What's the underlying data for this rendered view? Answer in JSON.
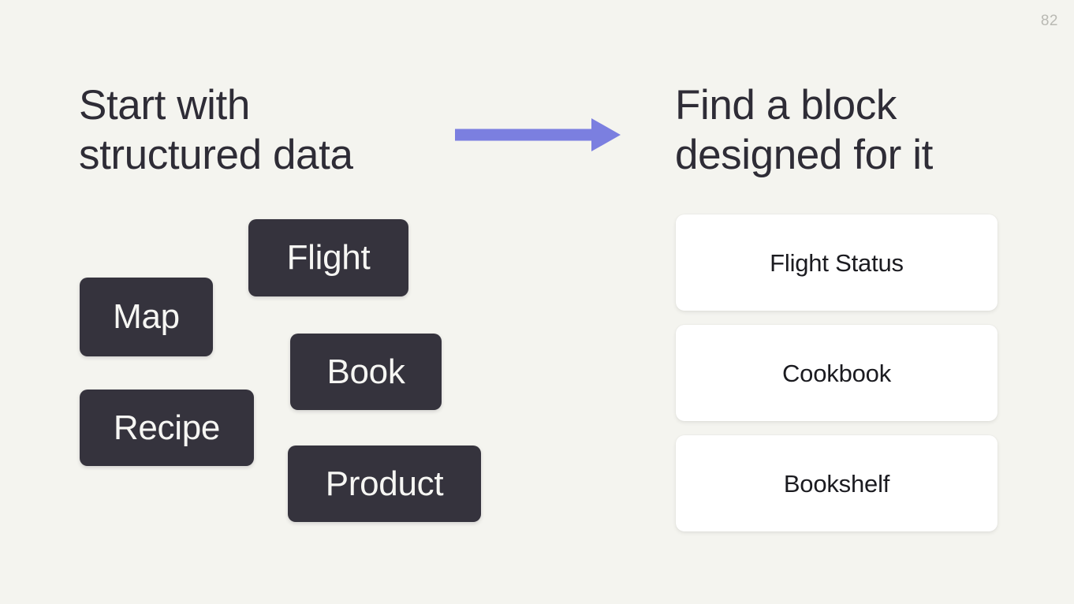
{
  "slide": {
    "page_number": "82",
    "background_color": "#f4f4ef"
  },
  "left_panel": {
    "heading": "Start with\nstructured data",
    "heading_color": "#2e2c36",
    "chips": [
      {
        "label": "Map",
        "color": "#35333d"
      },
      {
        "label": "Flight",
        "color": "#35333d"
      },
      {
        "label": "Recipe",
        "color": "#35333d"
      },
      {
        "label": "Book",
        "color": "#35333d"
      },
      {
        "label": "Product",
        "color": "#35333d"
      }
    ]
  },
  "arrow": {
    "name": "right-arrow",
    "color": "#7b7fe0",
    "direction": "right"
  },
  "right_panel": {
    "heading": "Find a block\ndesigned for it",
    "heading_color": "#2e2c36",
    "cards": [
      {
        "label": "Flight Status",
        "color": "#ffffff"
      },
      {
        "label": "Cookbook",
        "color": "#ffffff"
      },
      {
        "label": "Bookshelf",
        "color": "#ffffff"
      }
    ]
  }
}
